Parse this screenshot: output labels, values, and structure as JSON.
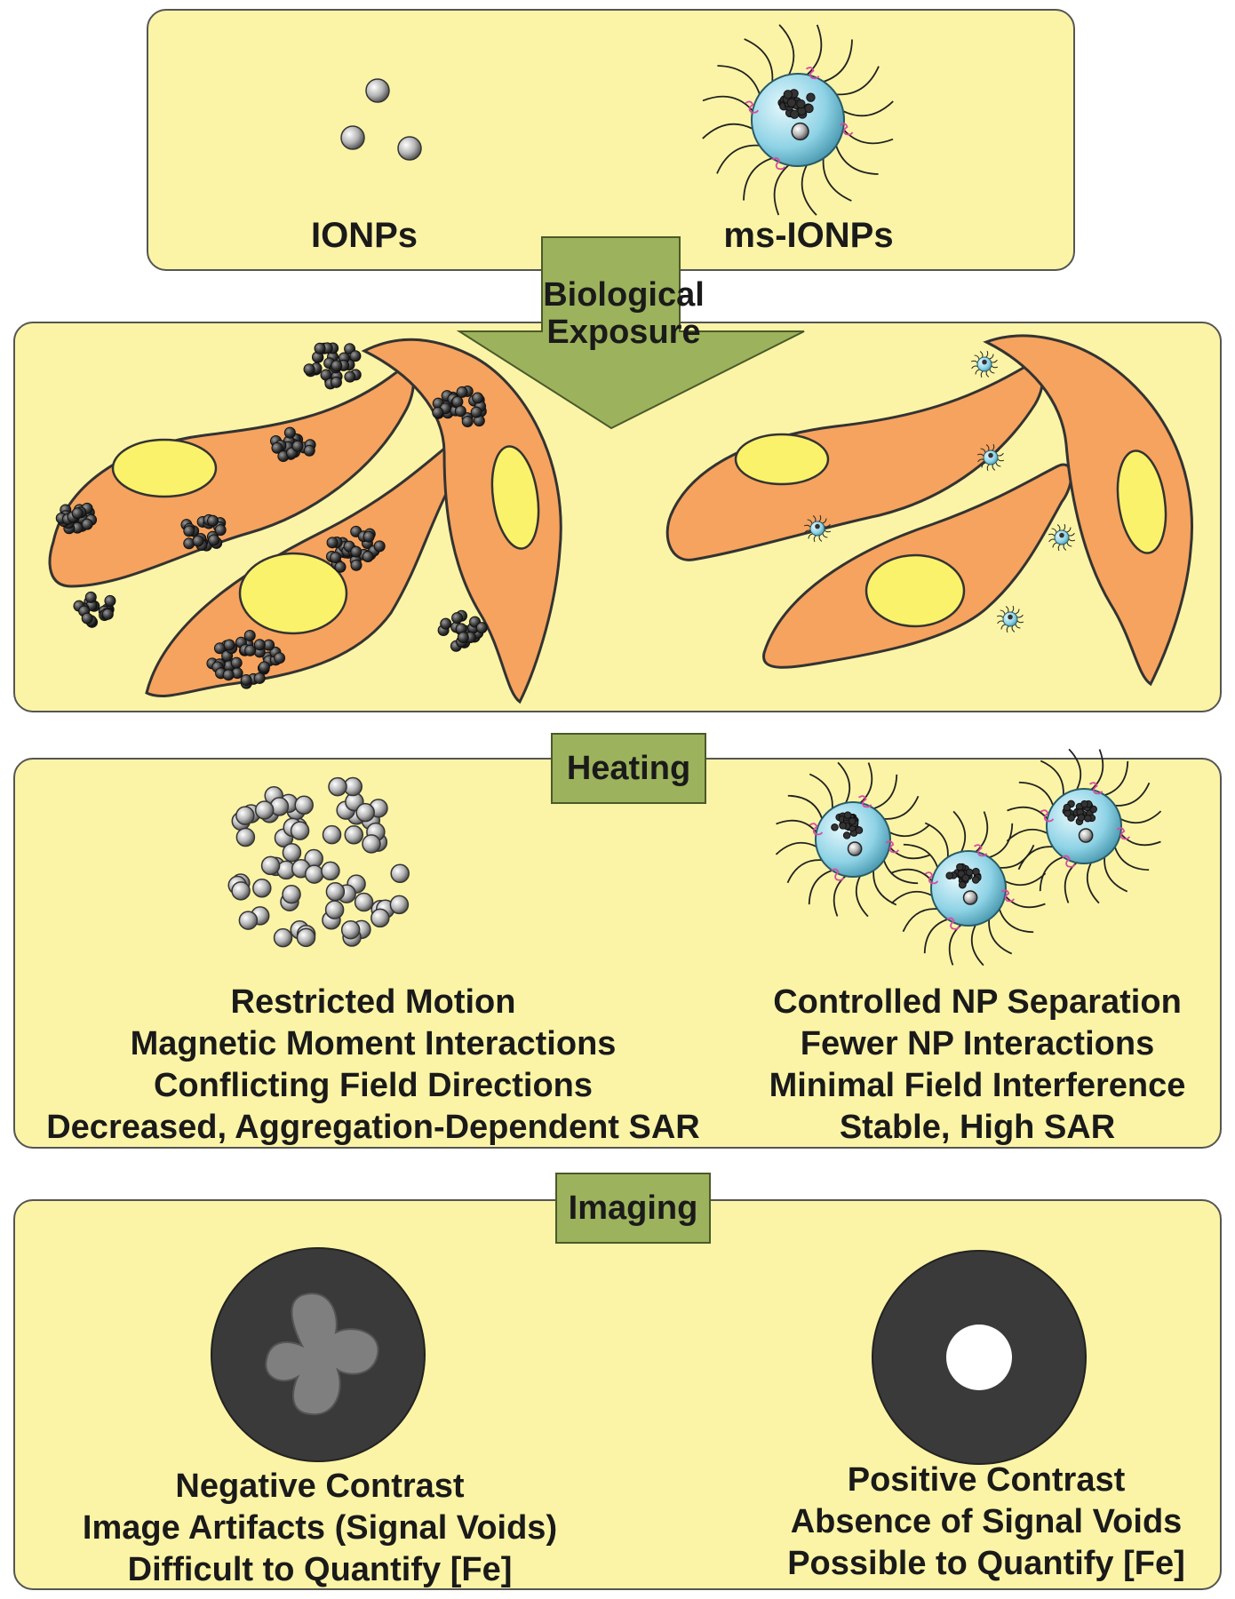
{
  "top": {
    "left_label": "IONPs",
    "right_label": "ms-IONPs"
  },
  "step1": {
    "line1": "Biological",
    "line2": "Exposure"
  },
  "step2": {
    "label": "Heating"
  },
  "heating": {
    "left": [
      "Restricted Motion",
      "Magnetic Moment Interactions",
      "Conflicting Field Directions",
      "Decreased, Aggregation-Dependent SAR"
    ],
    "right": [
      "Controlled NP Separation",
      "Fewer NP Interactions",
      "Minimal Field Interference",
      "Stable, High SAR"
    ]
  },
  "step3": {
    "label": "Imaging"
  },
  "imaging": {
    "left": [
      "Negative Contrast",
      "Image Artifacts (Signal Voids)",
      "Difficult to Quantify [Fe]"
    ],
    "right": [
      "Positive Contrast",
      "Absence of Signal Voids",
      "Possible to Quantify [Fe]"
    ]
  },
  "colors": {
    "panel": "#fbf4a6",
    "cell": "#f5a35e",
    "nucleus": "#fbf26b",
    "tag": "#9db25c",
    "arrow": "#9db25c",
    "shell": "#8fd3e6",
    "disc": "#3a3a3a"
  }
}
